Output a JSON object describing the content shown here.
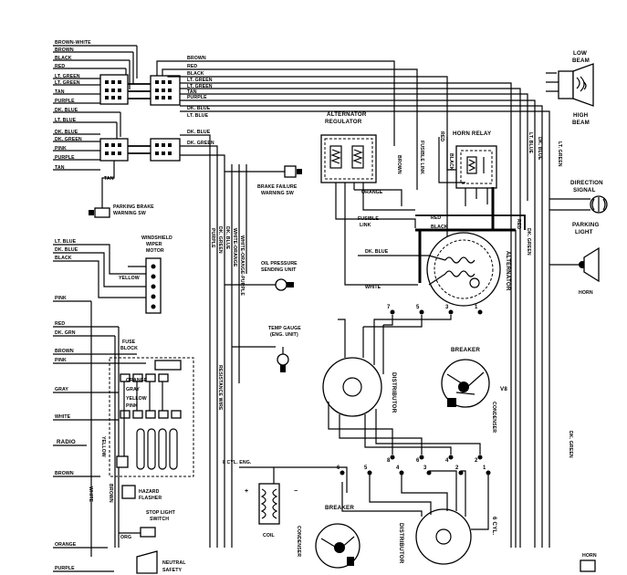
{
  "left_wires_top": [
    "BROWN-WHITE",
    "BROWN",
    "BLACK",
    "RED",
    "LT. GREEN",
    "LT. GREEN",
    "TAN",
    "PURPLE",
    "DK. BLUE",
    "LT. BLUE",
    "DK. BLUE",
    "DK. GREEN",
    "PINK",
    "PURPLE",
    "TAN"
  ],
  "center_wires_top": [
    "BROWN",
    "RED",
    "BLACK",
    "LT. GREEN",
    "LT. GREEN",
    "TAN",
    "PURPLE",
    "DK. BLUE",
    "LT. BLUE",
    "DK. BLUE",
    "DK. GREEN"
  ],
  "tan_label": "TAN",
  "parking_brake": {
    "line1": "PARKING BRAKE",
    "line2": "WARNING SW"
  },
  "brake_failure": {
    "line1": "BRAKE FAILURE",
    "line2": "WARNING SW"
  },
  "alternator_regulator": {
    "line1": "ALTERNATOR",
    "line2": "REGULATOR"
  },
  "horn_relay": "HORN RELAY",
  "fusible_link_vert": "FUSIBLE LINK",
  "fusible_link": {
    "line1": "FUSIBLE",
    "line2": "LINK"
  },
  "orange_label": "ORANGE",
  "red_label": "RED",
  "black_label": "BLACK",
  "dk_blue_label": "DK. BLUE",
  "white_label": "WHITE",
  "brown_label": "BROWN",
  "red_short": "RED",
  "black_short": "BLACK",
  "lt_blue_short": "LT. BLUE",
  "dk_blue_short": "DK. BLUE",
  "lt_green_short": "LT. GREEN",
  "dk_green_short": "DK. GREEN",
  "alternator": "ALTERNATOR",
  "low_beam": {
    "line1": "LOW",
    "line2": "BEAM"
  },
  "high_beam": {
    "line1": "HIGH",
    "line2": "BEAM"
  },
  "direction_signal": {
    "line1": "DIRECTION",
    "line2": "SIGNAL"
  },
  "parking_light": {
    "line1": "PARKING",
    "line2": "LIGHT"
  },
  "horn": "HORN",
  "horn_bottom": "HORN",
  "windshield_wiper": {
    "line1": "WINDSHIELD",
    "line2": "WIPER",
    "line3": "MOTOR"
  },
  "left_wires_mid": [
    "LT. BLUE",
    "DK. BLUE",
    "BLACK"
  ],
  "yellow_label": "YELLOW",
  "pink_label": "PINK",
  "left_wires_lower": [
    "RED",
    "DK. GRN"
  ],
  "brown_mid": "BROWN",
  "pink_mid": "PINK",
  "gray_label": "GRAY",
  "white_left": "WHITE",
  "radio": "RADIO",
  "brown_low": "BROWN",
  "orange_low": "ORANGE",
  "purple_low": "PURPLE",
  "fuse_block": {
    "line1": "FUSE",
    "line2": "BLOCK"
  },
  "fuse_wires": [
    "ORANGE",
    "GRAY",
    "YELLOW",
    "PINK"
  ],
  "oil_pressure": {
    "line1": "OIL PRESSURE",
    "line2": "SENDING UNIT"
  },
  "temp_gauge": {
    "line1": "TEMP GAUGE",
    "line2": "(ENG. UNIT)"
  },
  "resistance_wire": "RESISTANCE WIRE",
  "vertical_labels": [
    "DK. GREEN",
    "PURPLE",
    "DK. BLUE",
    "WHITE-ORANGE",
    "WHITE-ORANGE-PURPLE"
  ],
  "yellow_vert": "YELLOW",
  "brown_vert": "BROWN",
  "white_vert": "WHITE",
  "eight_cyl": "8 CYL. ENG.",
  "coil": "COIL",
  "plus": "+",
  "minus": "−",
  "breaker_top": "BREAKER",
  "breaker_bottom": "BREAKER",
  "distributor_top": "DISTRIBUTOR",
  "distributor_bottom": "DISTRIBUTOR",
  "condenser_top": "CONDENSER",
  "condenser_bottom": "CONDENSER",
  "v8": "V8",
  "six_cyl": "6 CYL.",
  "hazard_flasher": {
    "line1": "HAZARD",
    "line2": "FLASHER"
  },
  "stop_light": {
    "line1": "STOP LIGHT",
    "line2": "SWITCH"
  },
  "neutral_safety": {
    "line1": "NEUTRAL",
    "line2": "SAFETY"
  },
  "org_label": "ORG",
  "dk_green_right": "DK. GREEN",
  "dist8_numbers": [
    "7",
    "5",
    "3",
    "1",
    "8",
    "6",
    "4",
    "2"
  ],
  "dist6_numbers": [
    "6",
    "5",
    "4",
    "3",
    "2",
    "1"
  ]
}
